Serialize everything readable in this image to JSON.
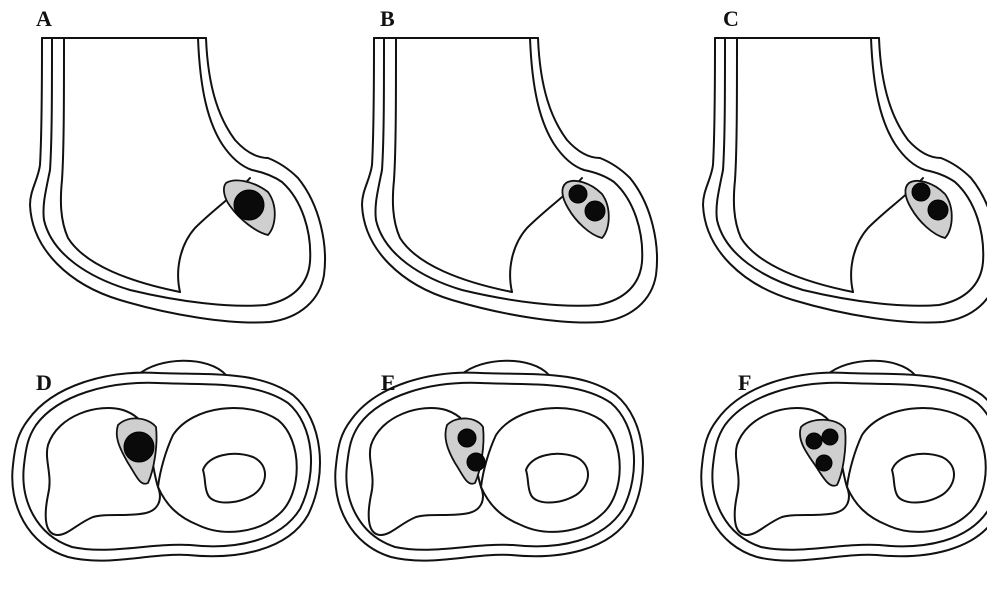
{
  "panels": {
    "a": {
      "label": "A",
      "grafts": 1
    },
    "b": {
      "label": "B",
      "grafts": 2
    },
    "c": {
      "label": "C",
      "grafts": 2
    },
    "d": {
      "label": "D",
      "grafts": 1
    },
    "e": {
      "label": "E",
      "grafts": 2
    },
    "f": {
      "label": "F",
      "grafts": 3
    }
  },
  "colors": {
    "outline": "#111111",
    "tunnel_fill": "#cfcfcf",
    "graft_fill": "#0a0a0a"
  }
}
